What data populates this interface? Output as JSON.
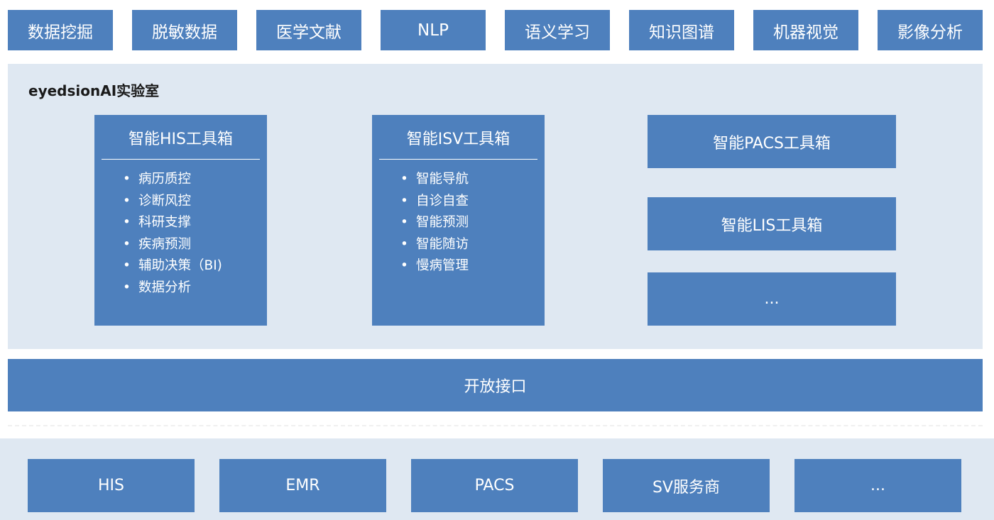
{
  "top_capabilities": [
    "数据挖掘",
    "脱敏数据",
    "医学文献",
    "NLP",
    "语义学习",
    "知识图谱",
    "机器视觉",
    "影像分析"
  ],
  "lab": {
    "title": "eyedsionAI实验室",
    "his_toolbox": {
      "title": "智能HIS工具箱",
      "items": [
        "病历质控",
        "诊断风控",
        "科研支撑",
        "疾病预测",
        "辅助决策（BI)",
        "数据分析"
      ]
    },
    "isv_toolbox": {
      "title": "智能ISV工具箱",
      "items": [
        "智能导航",
        "自诊自查",
        "智能预测",
        "智能随访",
        "慢病管理"
      ]
    },
    "pacs_toolbox": "智能PACS工具箱",
    "lis_toolbox": "智能LIS工具箱",
    "more_toolbox": "..."
  },
  "bullet_char": "•",
  "open_api": "开放接口",
  "data_sources": [
    "HIS",
    "EMR",
    "PACS",
    "SV服务商",
    "..."
  ],
  "colors": {
    "box_fill": "#4e80bd",
    "panel_fill": "#dfe8f2",
    "text_on_box": "#ffffff",
    "lab_title": "#1a1a1a"
  }
}
